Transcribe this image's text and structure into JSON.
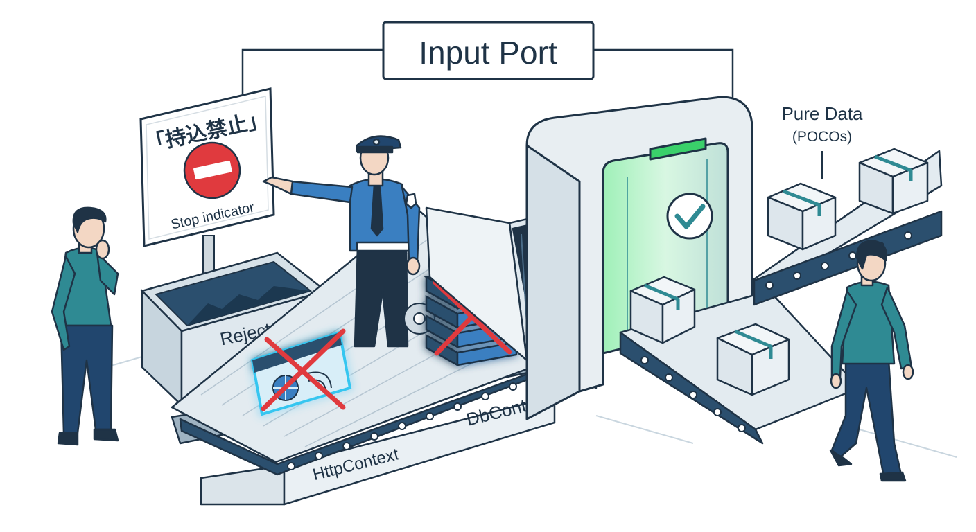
{
  "title": "Input Port",
  "sign": {
    "heading": "「持込禁止」",
    "caption": "Stop indicator"
  },
  "bin": {
    "label": "Rejected"
  },
  "belt_labels": {
    "http": "HttpContext",
    "db": "DbContext"
  },
  "output": {
    "label_line1": "Pure Data",
    "label_line2": "(POCOs)"
  },
  "colors": {
    "stroke": "#1f3346",
    "steel_light": "#e8eef2",
    "steel_mid": "#c9d6df",
    "belt_dark": "#2b4f6e",
    "accent_blue": "#3a7fc1",
    "teal": "#2f8a93",
    "glow_green": "#3ad06a",
    "reject_red": "#e03a3e",
    "glow_cyan": "#36c6f0"
  },
  "icons": {
    "stop": "stop-sign-icon",
    "check": "checkmark-icon",
    "reject": "red-x-icon",
    "browser": "browser-globe-icon",
    "server": "server-stack-icon",
    "gear": "gear-icon",
    "box": "package-box-icon",
    "badge": "police-badge-icon"
  }
}
